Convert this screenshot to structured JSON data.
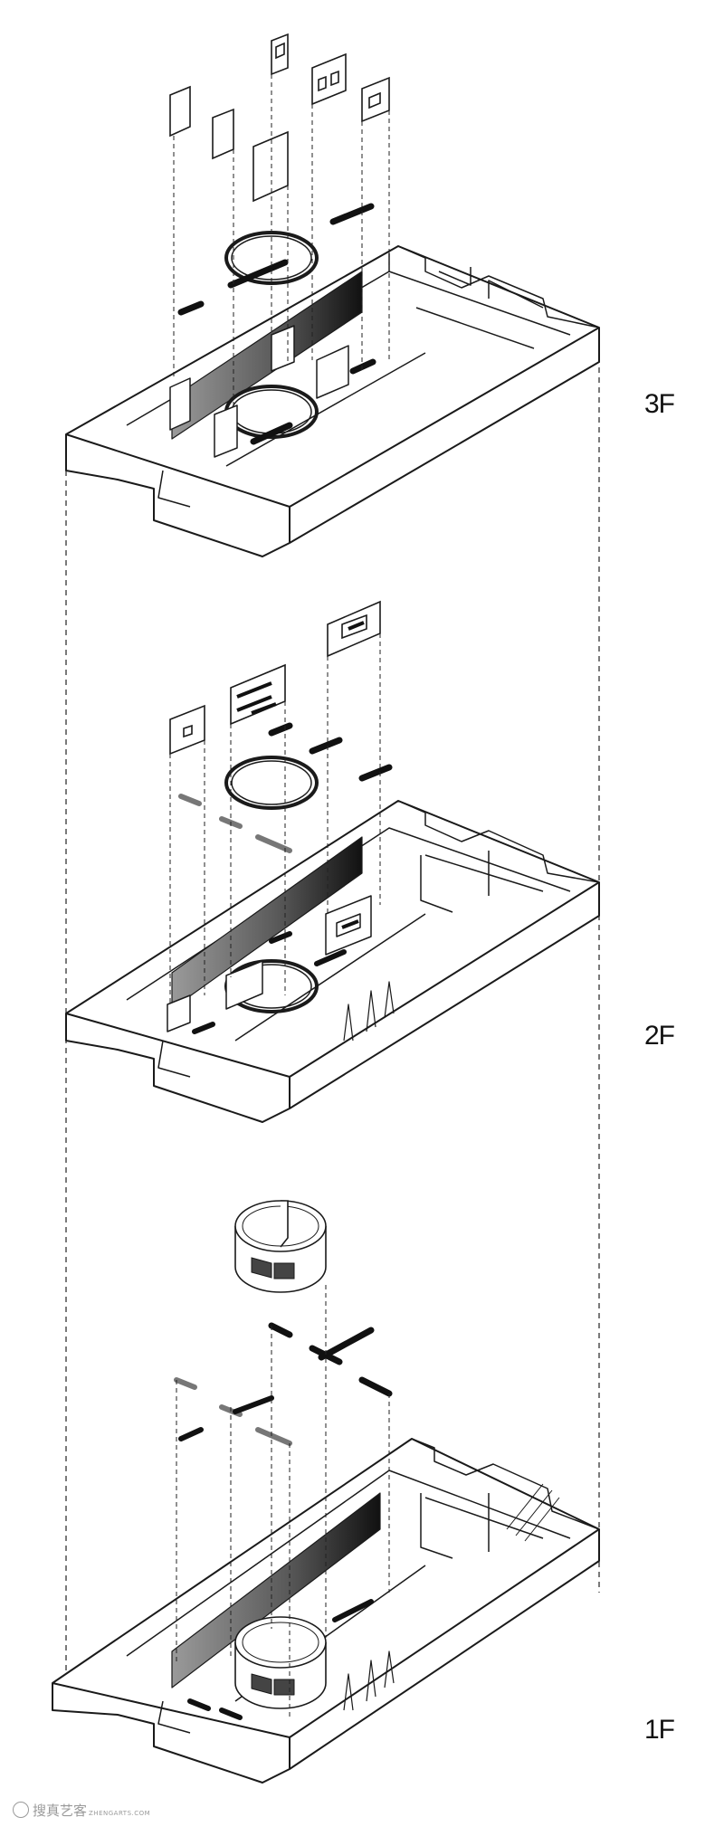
{
  "floors": [
    {
      "id": "3f",
      "label": "3F"
    },
    {
      "id": "2f",
      "label": "2F"
    },
    {
      "id": "1f",
      "label": "1F"
    }
  ],
  "watermark": {
    "text": "搜真艺客",
    "subtext": "ZHENGARTS.COM"
  },
  "colors": {
    "line": "#1a1a1a",
    "wall": "#ffffff",
    "fill_dark": "#141414",
    "fill_mid": "#4a4a4a",
    "fill_light": "#8c8c8c"
  }
}
